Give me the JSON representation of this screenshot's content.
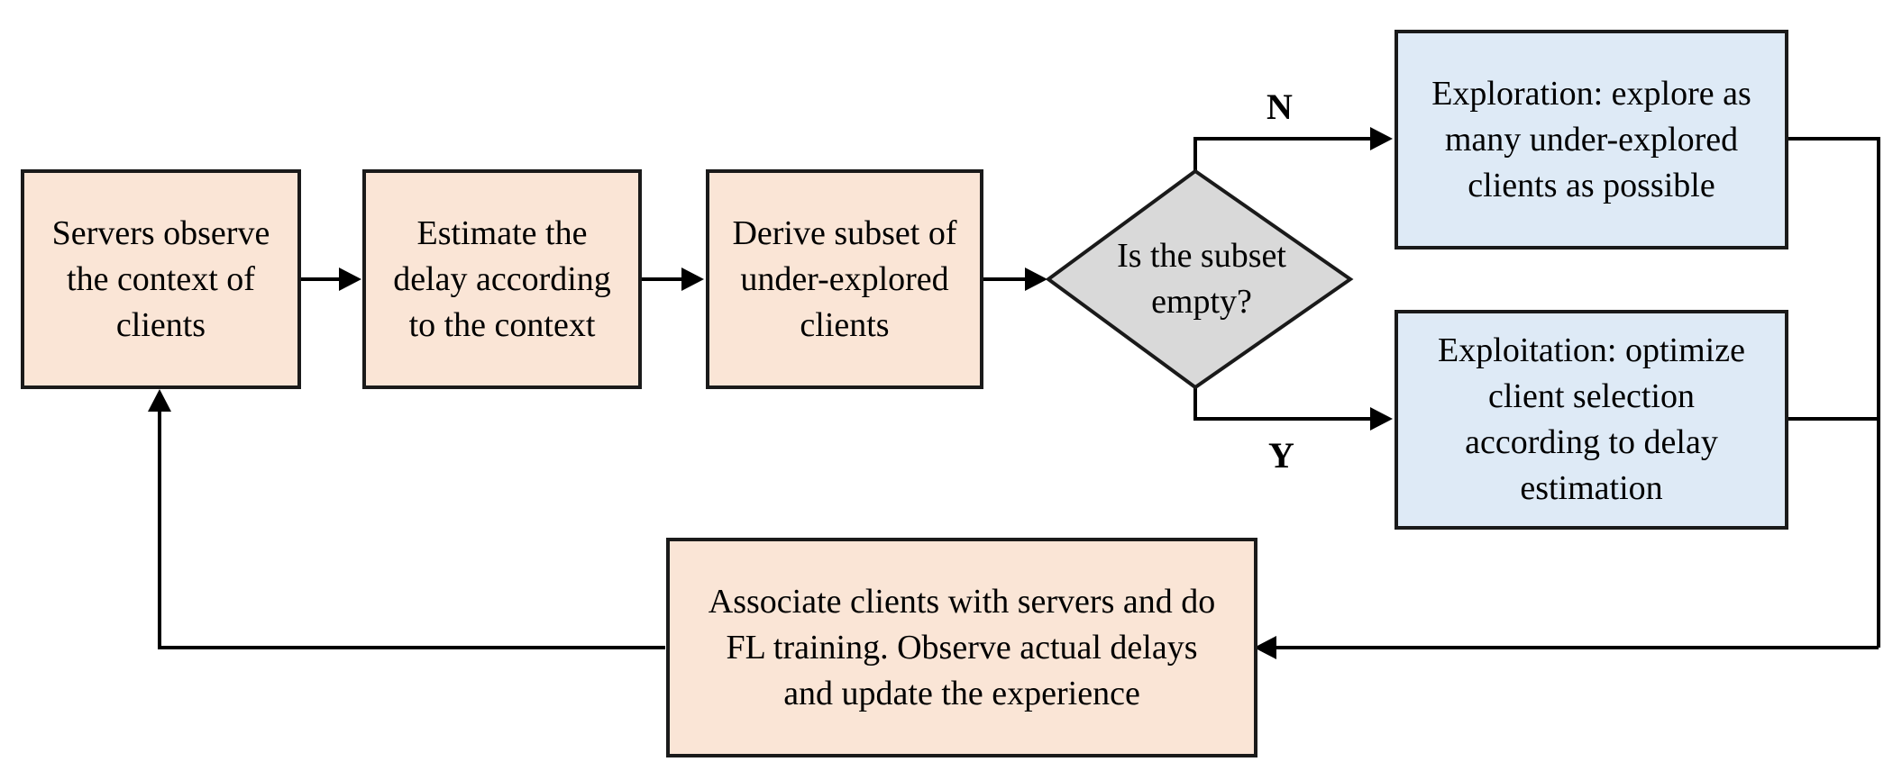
{
  "nodes": {
    "observe": "Servers observe\nthe context of\nclients",
    "estimate": "Estimate the\ndelay according\nto the context",
    "derive": "Derive subset of\nunder-explored\nclients",
    "decision": "Is the subset\nempty?",
    "exploration": "Exploration: explore as\nmany under-explored\nclients as possible",
    "exploitation": "Exploitation: optimize\nclient selection\naccording to delay\nestimation",
    "associate": "Associate clients with servers and do\nFL training. Observe actual delays\nand update the experience"
  },
  "branches": {
    "no": "N",
    "yes": "Y"
  },
  "colors": {
    "process_fill": "#fae5d6",
    "outcome_fill": "#deeaf6",
    "decision_fill": "#d9d9d9",
    "stroke": "#1a1a1a"
  }
}
